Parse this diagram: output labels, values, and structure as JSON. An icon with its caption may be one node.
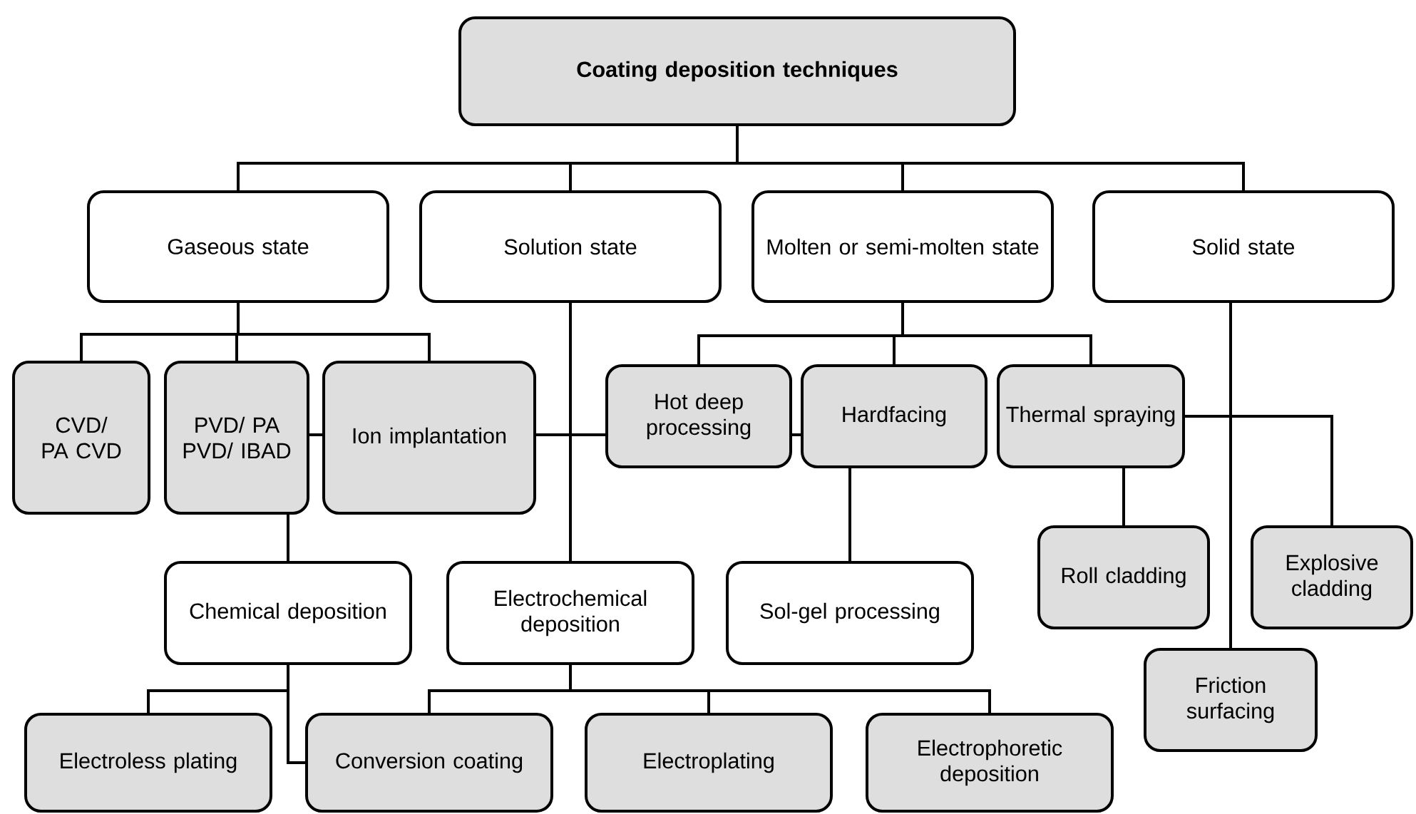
{
  "diagram": {
    "nodes": [
      {
        "text": [
          "Coating deposition techniques"
        ]
      },
      {
        "text": [
          "Gaseous state"
        ]
      },
      {
        "text": [
          "Solution state"
        ]
      },
      {
        "text": [
          "Molten or semi-molten state"
        ]
      },
      {
        "text": [
          "Solid state"
        ]
      },
      {
        "text": [
          "CVD/ PA CVD"
        ]
      },
      {
        "text": [
          "PVD/ PA PVD/ IBAD"
        ]
      },
      {
        "text": [
          "Ion implantation"
        ]
      },
      {
        "text": [
          "Hot deep processing"
        ]
      },
      {
        "text": [
          "Hardfacing"
        ]
      },
      {
        "text": [
          "Thermal spraying"
        ]
      },
      {
        "text": [
          "Roll cladding"
        ]
      },
      {
        "text": [
          "Explosive cladding"
        ]
      },
      {
        "text": [
          "Chemical deposition"
        ]
      },
      {
        "text": [
          "Electrochemical deposition"
        ]
      },
      {
        "text": [
          "Sol-gel processing"
        ]
      },
      {
        "text": [
          "Friction surfacing"
        ]
      },
      {
        "text": [
          "Electroless plating"
        ]
      },
      {
        "text": [
          "Conversion coating"
        ]
      },
      {
        "text": [
          "Electroplating"
        ]
      },
      {
        "text": [
          "Electrophoretic deposition"
        ]
      }
    ],
    "edges": [
      {
        "from": 0,
        "to": 1,
        "arrow": "none"
      },
      {
        "from": 0,
        "to": 2,
        "arrow": "none"
      },
      {
        "from": 0,
        "to": 3,
        "arrow": "none"
      },
      {
        "from": 0,
        "to": 4,
        "arrow": "none"
      },
      {
        "from": 1,
        "to": 5,
        "arrow": "none"
      },
      {
        "from": 1,
        "to": 6,
        "arrow": "none"
      },
      {
        "from": 1,
        "to": 7,
        "arrow": "none"
      },
      {
        "from": 6,
        "to": 7,
        "arrow": "none"
      },
      {
        "from": 7,
        "to": 8,
        "arrow": "none"
      },
      {
        "from": 8,
        "to": 9,
        "arrow": "none"
      },
      {
        "from": 3,
        "to": 8,
        "arrow": "none"
      },
      {
        "from": 3,
        "to": 9,
        "arrow": "none"
      },
      {
        "from": 3,
        "to": 10,
        "arrow": "none"
      },
      {
        "from": 2,
        "to": 14,
        "arrow": "none"
      },
      {
        "from": 6,
        "to": 13,
        "arrow": "none"
      },
      {
        "from": 13,
        "to": 17,
        "arrow": "none"
      },
      {
        "from": 13,
        "to": 18,
        "arrow": "none"
      },
      {
        "from": 14,
        "to": 18,
        "arrow": "none"
      },
      {
        "from": 14,
        "to": 19,
        "arrow": "none"
      },
      {
        "from": 14,
        "to": 20,
        "arrow": "none"
      },
      {
        "from": 9,
        "to": 15,
        "arrow": "none"
      },
      {
        "from": 10,
        "to": 11,
        "arrow": "none"
      },
      {
        "from": 10,
        "to": 12,
        "arrow": "none"
      },
      {
        "from": 4,
        "to": 16,
        "arrow": "none"
      }
    ]
  }
}
